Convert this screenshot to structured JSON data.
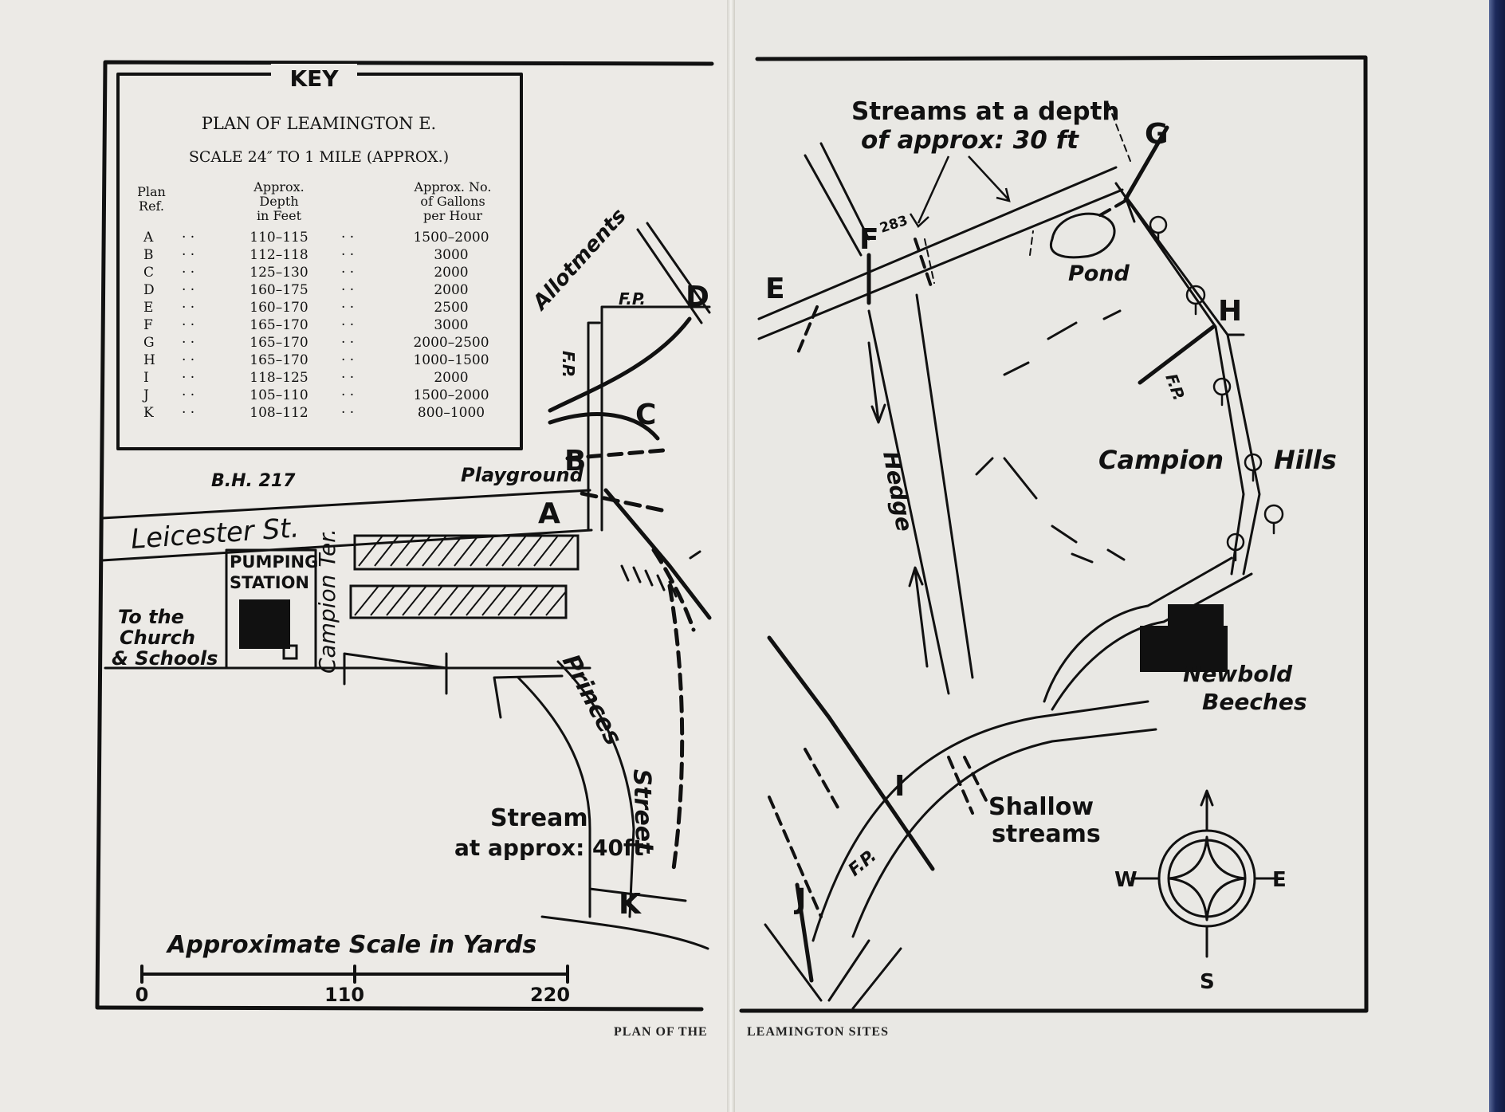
{
  "key": {
    "title": "KEY",
    "plan_title": "PLAN OF LEAMINGTON E.",
    "scale_text": "SCALE 24″ TO 1 MILE (APPROX.)",
    "headers": {
      "ref": [
        "Plan",
        "Ref."
      ],
      "depth": [
        "Approx.",
        "Depth",
        "in Feet"
      ],
      "gallons": [
        "Approx. No.",
        "of Gallons",
        "per Hour"
      ]
    },
    "rows": [
      {
        "ref": "A",
        "depth": "110–115",
        "gallons": "1500–2000"
      },
      {
        "ref": "B",
        "depth": "112–118",
        "gallons": "3000"
      },
      {
        "ref": "C",
        "depth": "125–130",
        "gallons": "2000"
      },
      {
        "ref": "D",
        "depth": "160–175",
        "gallons": "2000"
      },
      {
        "ref": "E",
        "depth": "160–170",
        "gallons": "2500"
      },
      {
        "ref": "F",
        "depth": "165–170",
        "gallons": "3000"
      },
      {
        "ref": "G",
        "depth": "165–170",
        "gallons": "2000–2500"
      },
      {
        "ref": "H",
        "depth": "165–170",
        "gallons": "1000–1500"
      },
      {
        "ref": "I",
        "depth": "118–125",
        "gallons": "2000"
      },
      {
        "ref": "J",
        "depth": "105–110",
        "gallons": "1500–2000"
      },
      {
        "ref": "K",
        "depth": "108–112",
        "gallons": "800–1000"
      }
    ]
  },
  "labels": {
    "bh": "B.H. 217",
    "leicester": "Leicester St.",
    "pumping": "PUMPING",
    "station": "STATION",
    "church1": "To the",
    "church2": "Church",
    "church3": "& Schools",
    "campion_ter": "Campion Ter.",
    "playground": "Playground",
    "allotments": "Allotments",
    "fp": "F.P.",
    "princes": "Princes",
    "street": "Street",
    "stream1": "Stream",
    "stream2": "at approx: 40ft",
    "streams30_1": "Streams at a depth",
    "streams30_2": "of approx: 30 ft",
    "spot": "283",
    "pond": "Pond",
    "hedge": "Hedge",
    "campion": "Campion",
    "hills": "Hills",
    "newbold1": "Newbold",
    "newbold2": "Beeches",
    "shallow1": "Shallow",
    "shallow2": "streams"
  },
  "site_letters": [
    "A",
    "B",
    "C",
    "D",
    "E",
    "F",
    "G",
    "H",
    "I",
    "J",
    "K"
  ],
  "scale_bar": {
    "title": "Approximate Scale in Yards",
    "ticks": [
      "0",
      "110",
      "220"
    ]
  },
  "compass": {
    "n": "",
    "e": "E",
    "s": "S",
    "w": "W"
  },
  "caption": {
    "left": "PLAN OF THE",
    "right": "LEAMINGTON SITES"
  }
}
